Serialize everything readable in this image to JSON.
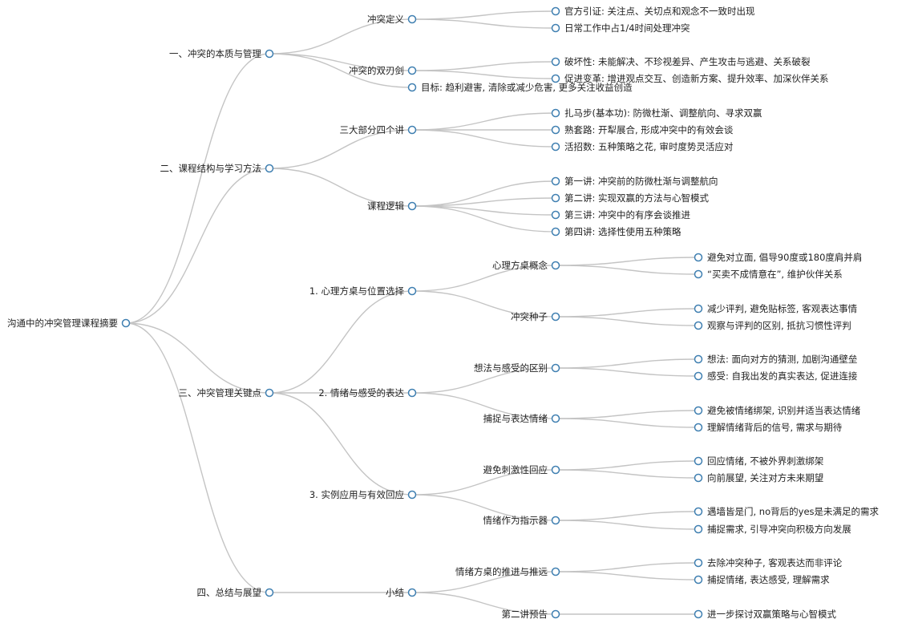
{
  "tree": {
    "label": "沟通中的冲突管理课程摘要",
    "children": [
      {
        "label": "一、冲突的本质与管理",
        "children": [
          {
            "label": "冲突定义",
            "children": [
              {
                "label": "官方引证: 关注点、关切点和观念不一致时出现"
              },
              {
                "label": "日常工作中占1/4时间处理冲突"
              }
            ]
          },
          {
            "label": "冲突的双刃剑",
            "children": [
              {
                "label": "破坏性: 未能解决、不珍视差异、产生攻击与逃避、关系破裂"
              },
              {
                "label": "促进变革: 增进观点交互、创造新方案、提升效率、加深伙伴关系"
              }
            ]
          },
          {
            "label": "目标: 趋利避害, 清除或减少危害, 更多关注收益创造"
          }
        ]
      },
      {
        "label": "二、课程结构与学习方法",
        "children": [
          {
            "label": "三大部分四个讲",
            "children": [
              {
                "label": "扎马步(基本功): 防微杜渐、调整航向、寻求双赢"
              },
              {
                "label": "熟套路: 开犁展合, 形成冲突中的有效会谈"
              },
              {
                "label": "活招数: 五种策略之花, 审时度势灵活应对"
              }
            ]
          },
          {
            "label": "课程逻辑",
            "children": [
              {
                "label": "第一讲: 冲突前的防微杜渐与调整航向"
              },
              {
                "label": "第二讲: 实现双赢的方法与心智模式"
              },
              {
                "label": "第三讲: 冲突中的有序会谈推进"
              },
              {
                "label": "第四讲: 选择性使用五种策略"
              }
            ]
          }
        ]
      },
      {
        "label": "三、冲突管理关键点",
        "children": [
          {
            "label": "1. 心理方桌与位置选择",
            "children": [
              {
                "label": "心理方桌概念",
                "children": [
                  {
                    "label": "避免对立面, 倡导90度或180度肩并肩"
                  },
                  {
                    "label": "“买卖不成情意在”, 维护伙伴关系"
                  }
                ]
              },
              {
                "label": "冲突种子",
                "children": [
                  {
                    "label": "减少评判, 避免贴标签, 客观表达事情"
                  },
                  {
                    "label": "观察与评判的区别, 抵抗习惯性评判"
                  }
                ]
              }
            ]
          },
          {
            "label": "2. 情绪与感受的表达",
            "children": [
              {
                "label": "想法与感受的区别",
                "children": [
                  {
                    "label": "想法: 面向对方的猜测, 加剧沟通壁垒"
                  },
                  {
                    "label": "感受: 自我出发的真实表达, 促进连接"
                  }
                ]
              },
              {
                "label": "捕捉与表达情绪",
                "children": [
                  {
                    "label": "避免被情绪绑架, 识别并适当表达情绪"
                  },
                  {
                    "label": "理解情绪背后的信号, 需求与期待"
                  }
                ]
              }
            ]
          },
          {
            "label": "3. 实例应用与有效回应",
            "children": [
              {
                "label": "避免刺激性回应",
                "children": [
                  {
                    "label": "回应情绪, 不被外界刺激绑架"
                  },
                  {
                    "label": "向前展望, 关注对方未来期望"
                  }
                ]
              },
              {
                "label": "情绪作为指示器",
                "children": [
                  {
                    "label": "遇墙皆是门, no背后的yes是未满足的需求"
                  },
                  {
                    "label": "捕捉需求, 引导冲突向积极方向发展"
                  }
                ]
              }
            ]
          }
        ]
      },
      {
        "label": "四、总结与展望",
        "children": [
          {
            "label": "小结",
            "children": [
              {
                "label": "情绪方桌的推进与推远",
                "children": [
                  {
                    "label": "去除冲突种子, 客观表达而非评论"
                  },
                  {
                    "label": "捕捉情绪, 表达感受, 理解需求"
                  }
                ]
              },
              {
                "label": "第二讲预告",
                "children": [
                  {
                    "label": "进一步探讨双赢策略与心智模式"
                  }
                ]
              }
            ]
          }
        ]
      }
    ]
  }
}
